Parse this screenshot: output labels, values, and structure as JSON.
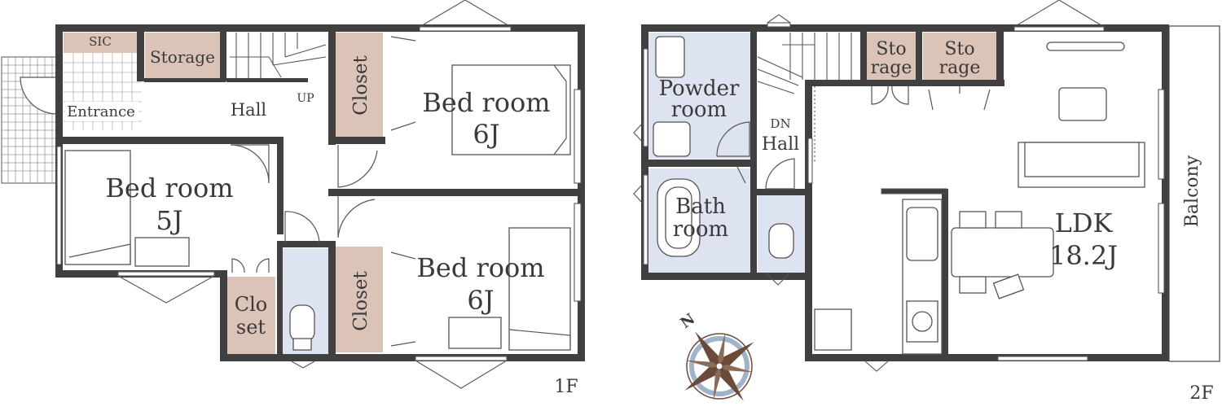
{
  "floors": {
    "first": {
      "floor_label": "1F",
      "rooms": {
        "sic": "SIC",
        "storage": "Storage",
        "entrance": "Entrance",
        "hall": "Hall",
        "up": "UP",
        "closet_top": "Closet",
        "bedroom_top_name": "Bed room",
        "bedroom_top_size": "6J",
        "bedroom_left_name": "Bed room",
        "bedroom_left_size": "5J",
        "closet_small_line1": "Clo",
        "closet_small_line2": "set",
        "closet_bottom": "Closet",
        "bedroom_bottom_name": "Bed room",
        "bedroom_bottom_size": "6J"
      }
    },
    "second": {
      "floor_label": "2F",
      "rooms": {
        "powder_line1": "Powder",
        "powder_line2": "room",
        "bath_line1": "Bath",
        "bath_line2": "room",
        "dn": "DN",
        "hall": "Hall",
        "storage1_line1": "Sto",
        "storage1_line2": "rage",
        "storage2_line1": "Sto",
        "storage2_line2": "rage",
        "ldk_name": "LDK",
        "ldk_size": "18.2J",
        "balcony": "Balcony"
      }
    }
  },
  "compass": {
    "north_label": "N"
  },
  "colors": {
    "wall": "#404040",
    "closet_fill": "#dcc3b7",
    "wet_area_fill": "#dde3f1",
    "compass_brown": "#6b4a3a",
    "compass_blue": "#9fb4c8"
  }
}
